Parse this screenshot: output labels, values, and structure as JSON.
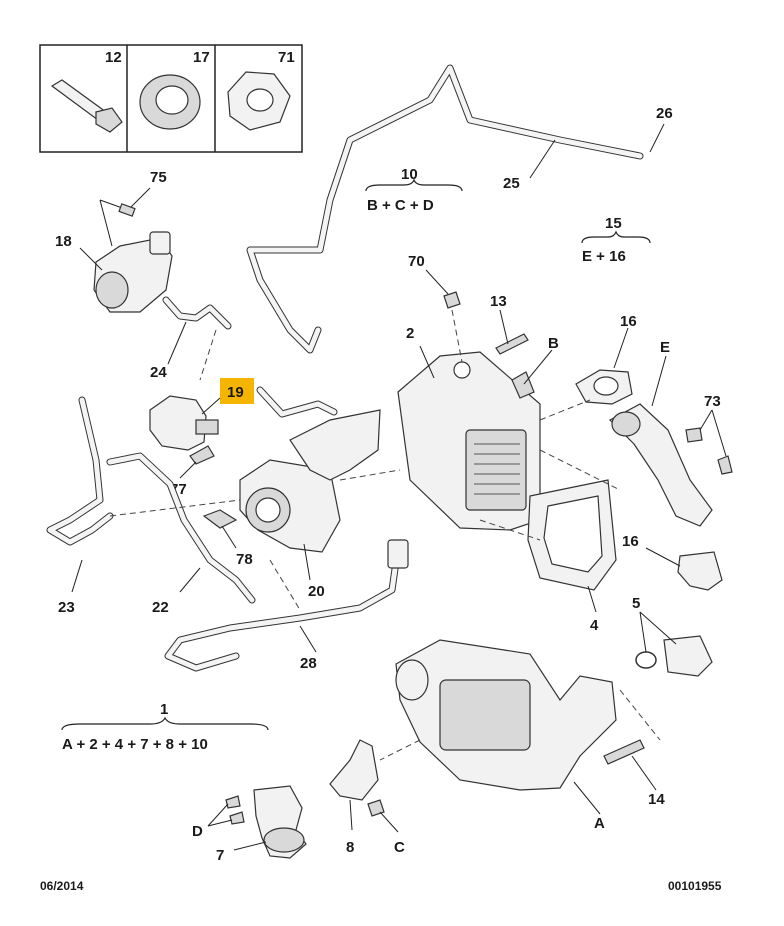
{
  "legend_box": {
    "cells": [
      {
        "number": "12",
        "icon": "bolt-icon"
      },
      {
        "number": "17",
        "icon": "seal-ring-icon"
      },
      {
        "number": "71",
        "icon": "nut-icon"
      }
    ]
  },
  "groups": [
    {
      "id": "g10",
      "number": "10",
      "formula": "B + C + D"
    },
    {
      "id": "g15",
      "number": "15",
      "formula": "E + 16"
    },
    {
      "id": "g1",
      "number": "1",
      "formula": "A + 2 + 4 + 7 + 8 + 10"
    }
  ],
  "callouts": {
    "c26": "26",
    "c25": "25",
    "c75": "75",
    "c18": "18",
    "c24": "24",
    "c19": "19",
    "c77": "77",
    "c23": "23",
    "c22": "22",
    "c78": "78",
    "c20": "20",
    "c28": "28",
    "c70": "70",
    "c13": "13",
    "c2": "2",
    "cB": "B",
    "c16a": "16",
    "cE": "E",
    "c73": "73",
    "c16b": "16",
    "c4": "4",
    "c5": "5",
    "c14": "14",
    "cA": "A",
    "cD": "D",
    "c7": "7",
    "c8": "8",
    "cC": "C"
  },
  "highlight": {
    "number": "19",
    "color": "#f5b400"
  },
  "footer": {
    "date": "06/2014",
    "reference": "00101955"
  }
}
